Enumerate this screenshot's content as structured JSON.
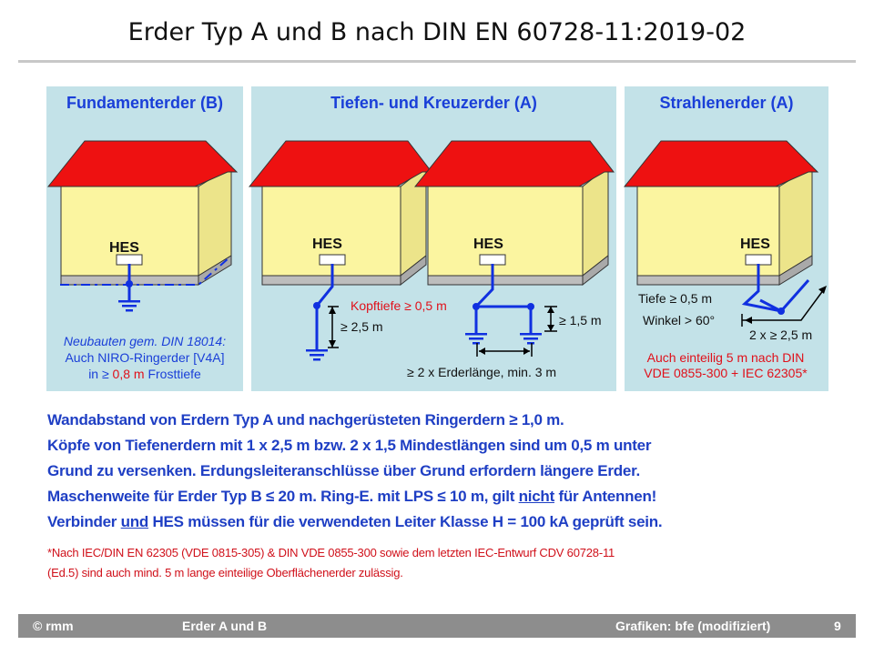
{
  "title": "Erder Typ A und B nach DIN EN 60728-11:2019-02",
  "panels": [
    {
      "title": "Fundamenterder (B)",
      "hes": "HES",
      "note_line1": "Neubauten gem. DIN 18014:",
      "note_line2": "Auch NIRO-Ringerder [V4A]",
      "note_line3_pre": "in ≥ ",
      "note_line3_red": "0,8 m",
      "note_line3_post": " Frosttiefe"
    },
    {
      "title": "Tiefen- und Kreuzerder (A)",
      "hes_left": "HES",
      "hes_right": "HES",
      "kopftiefe": "Kopftiefe ≥ 0,5 m",
      "depth_left": "≥ 2,5 m",
      "depth_right": "≥ 1,5 m",
      "spacing": "≥ 2 x Erderlänge, min. 3 m"
    },
    {
      "title": "Strahlenerder (A)",
      "hes": "HES",
      "tiefe": "Tiefe ≥ 0,5 m",
      "winkel": "Winkel > 60°",
      "length": "2 x ≥ 2,5 m",
      "note_line1": "Auch einteilig  5 m nach DIN",
      "note_line2": "VDE 0855-300 + IEC 62305*"
    }
  ],
  "body_pre": {
    "line1": "Wandabstand von Erdern Typ A und nachgerüsteten Ringerdern ≥ 1,0 m.",
    "line2": "Köpfe von Tiefenerdern mit 1 x 2,5 m bzw. 2 x 1,5 Mindestlängen sind um 0,5 m unter",
    "line3": "Grund zu versenken. Erdungsleiteranschlüsse über Grund erfordern längere Erder.",
    "line4_a": "Maschenweite für Erder Typ B ≤ 20 m. Ring-E. mit LPS ≤ 10 m, gilt ",
    "line4_u": "nicht",
    "line4_b": " für Antennen!",
    "line5_a": "Verbinder ",
    "line5_u": "und",
    "line5_b": " HES müssen für die verwendeten Leiter Klasse H = 100 kA geprüft sein."
  },
  "footnote": {
    "line1": "*Nach IEC/DIN EN 62305 (VDE 0815-305) & DIN VDE 0855-300 sowie dem letzten IEC-Entwurf CDV 60728-11",
    "line2": "(Ed.5) sind auch mind. 5 m lange  einteilige Oberflächenerder zulässig."
  },
  "footer": {
    "copyright": "© rmm",
    "topic": "Erder A und B",
    "credits": "Grafiken: bfe (modifiziert)",
    "page": "9"
  },
  "colors": {
    "roof": "#ee1111",
    "wall": "#fbf5a0",
    "panel": "#c3e2e8",
    "wire": "#1030e0",
    "text_blue": "#1f3fc4",
    "text_red": "#d0101a"
  }
}
